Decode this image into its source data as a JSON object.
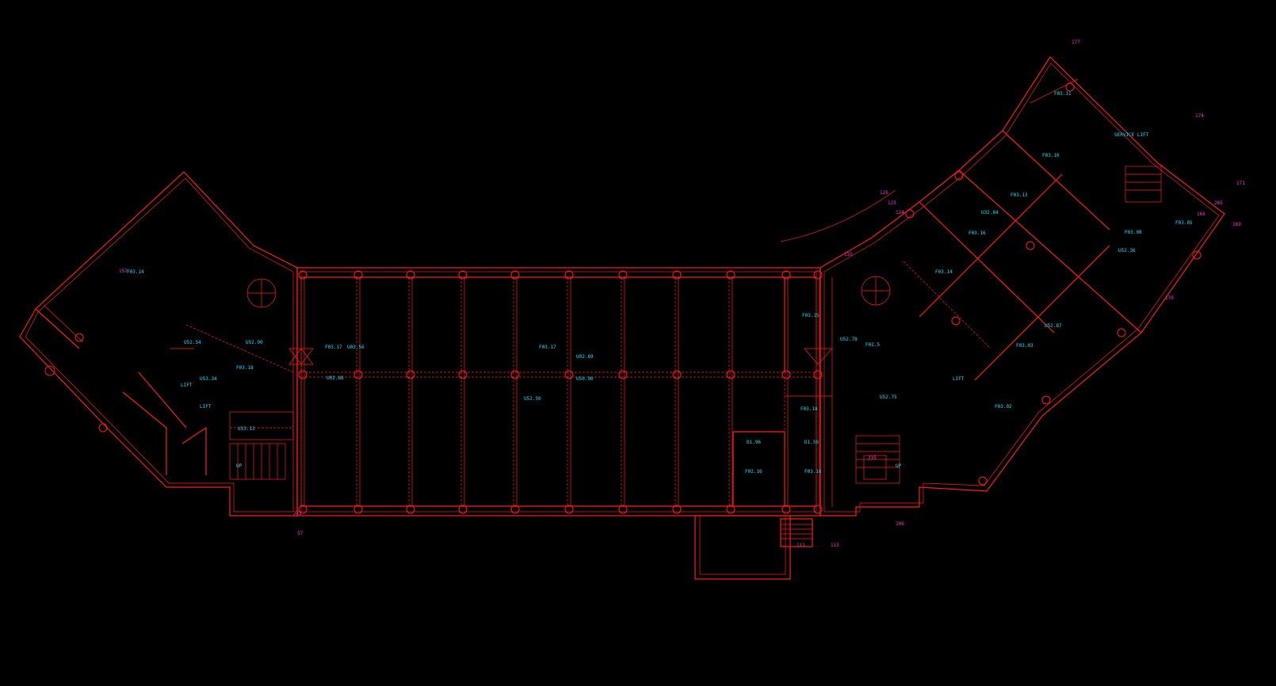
{
  "drawing": {
    "background": "#000000",
    "line_color": "#ff1a1a",
    "label_color": "#00e5ff",
    "tag_color": "#ff2bd6"
  },
  "rooms": [
    {
      "id": "r1",
      "code": "F03.17",
      "area": "U03.56"
    },
    {
      "id": "r2",
      "code": "F03.17",
      "area": "U02.69"
    },
    {
      "id": "r3",
      "code": "U50.90"
    },
    {
      "id": "r4",
      "code": "U52.50"
    },
    {
      "id": "r5",
      "code": "U02.88"
    },
    {
      "id": "r6",
      "code": "F02.16",
      "area": "D1.96"
    },
    {
      "id": "r7",
      "code": "F03.16",
      "area": "D1.58"
    },
    {
      "id": "r8",
      "code": "F03.18"
    },
    {
      "id": "r9",
      "code": "F03.15"
    },
    {
      "id": "r10",
      "code": "F02.5"
    },
    {
      "id": "r11",
      "code": "F03.14"
    },
    {
      "id": "r12",
      "code": "F03.13"
    },
    {
      "id": "r13",
      "code": "F03.16"
    },
    {
      "id": "r14",
      "code": "F03.08"
    },
    {
      "id": "r15",
      "code": "F03.05"
    },
    {
      "id": "r16",
      "code": "F03.03"
    },
    {
      "id": "r17",
      "code": "F03.02"
    },
    {
      "id": "r18",
      "code": "F03.10"
    },
    {
      "id": "r19",
      "code": "F03.11"
    },
    {
      "id": "r20",
      "code": "F03.14"
    },
    {
      "id": "r21",
      "code": "U32.84"
    },
    {
      "id": "r22",
      "code": "U52.87"
    },
    {
      "id": "r23",
      "code": "U52.36"
    },
    {
      "id": "r24",
      "code": "U52.75"
    },
    {
      "id": "r25",
      "code": "U52.54"
    },
    {
      "id": "r26",
      "code": "U53.34"
    },
    {
      "id": "r27",
      "code": "U53.13"
    },
    {
      "id": "r28",
      "code": "F03.18"
    },
    {
      "id": "r29",
      "code": "U52.90"
    },
    {
      "id": "r30",
      "code": "U52.78"
    }
  ],
  "labels": {
    "lift_left": "LIFT",
    "lift_left2": "LIFT",
    "lift_right": "LIFT",
    "service_lift": "SERVICE LIFT",
    "up": "UP"
  },
  "tags": [
    "272",
    "115",
    "111",
    "106",
    "57",
    "171",
    "174",
    "177",
    "124",
    "125",
    "126",
    "135",
    "157",
    "166",
    "169",
    "170",
    "265",
    "235"
  ]
}
